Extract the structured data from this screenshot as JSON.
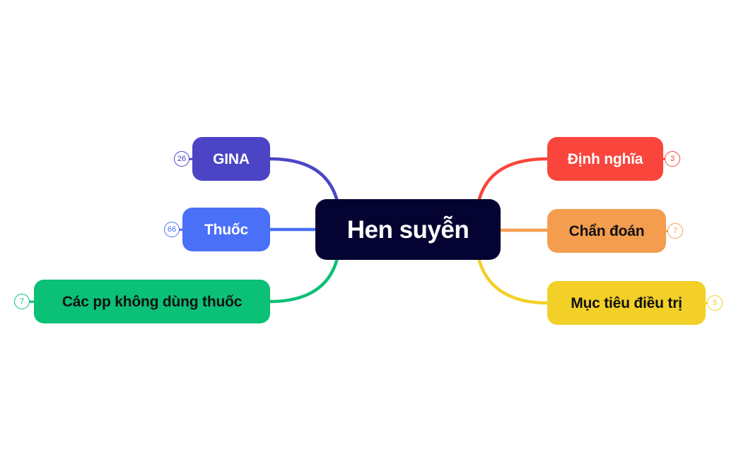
{
  "mindmap": {
    "central": {
      "label": "Hen suyễn",
      "color": "#050331",
      "text_color": "#ffffff"
    },
    "branches": [
      {
        "id": "gina",
        "label": "GINA",
        "count": "26",
        "color": "#4B45C6",
        "text_color": "#ffffff",
        "side": "left",
        "connector": "curve-top"
      },
      {
        "id": "thuoc",
        "label": "Thuốc",
        "count": "66",
        "color": "#4A70F8",
        "text_color": "#ffffff",
        "side": "left",
        "connector": "straight"
      },
      {
        "id": "khongthuoc",
        "label": "Các pp không dùng thuốc",
        "count": "7",
        "color": "#0BC077",
        "text_color": "#111111",
        "side": "left",
        "connector": "curve-bottom"
      },
      {
        "id": "dinhnghia",
        "label": "Định nghĩa",
        "count": "3",
        "color": "#F9453C",
        "text_color": "#ffffff",
        "side": "right",
        "connector": "curve-top"
      },
      {
        "id": "chandoan",
        "label": "Chẩn đoán",
        "count": "7",
        "color": "#F49D4F",
        "text_color": "#111111",
        "side": "right",
        "connector": "straight"
      },
      {
        "id": "muctieu",
        "label": "Mục tiêu điều trị",
        "count": "5",
        "color": "#F2D027",
        "text_color": "#111111",
        "side": "right",
        "connector": "curve-bottom"
      }
    ],
    "background": "#ffffff"
  }
}
